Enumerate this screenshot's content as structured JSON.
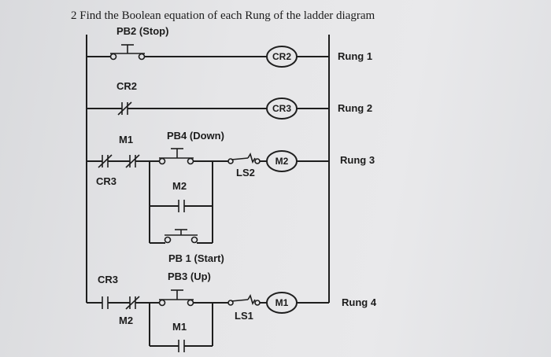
{
  "question": "2 Find the Boolean equation of each Rung of the ladder diagram",
  "labels": {
    "pb2": "PB2 (Stop)",
    "cr2_contact": "CR2",
    "m1_contact": "M1",
    "pb4": "PB4 (Down)",
    "cr3_contact_r3": "CR3",
    "m2_contact": "M2",
    "ls2": "LS2",
    "pb1": "PB 1 (Start)",
    "pb3": "PB3 (Up)",
    "cr3_contact_r4": "CR3",
    "m2_contact_r4": "M2",
    "m1_contact_r4": "M1",
    "ls1": "LS1"
  },
  "coils": {
    "cr2": "CR2",
    "cr3": "CR3",
    "m2": "M2",
    "m1": "M1"
  },
  "rungs": [
    "Rung 1",
    "Rung 2",
    "Rung 3",
    "Rung 4"
  ]
}
